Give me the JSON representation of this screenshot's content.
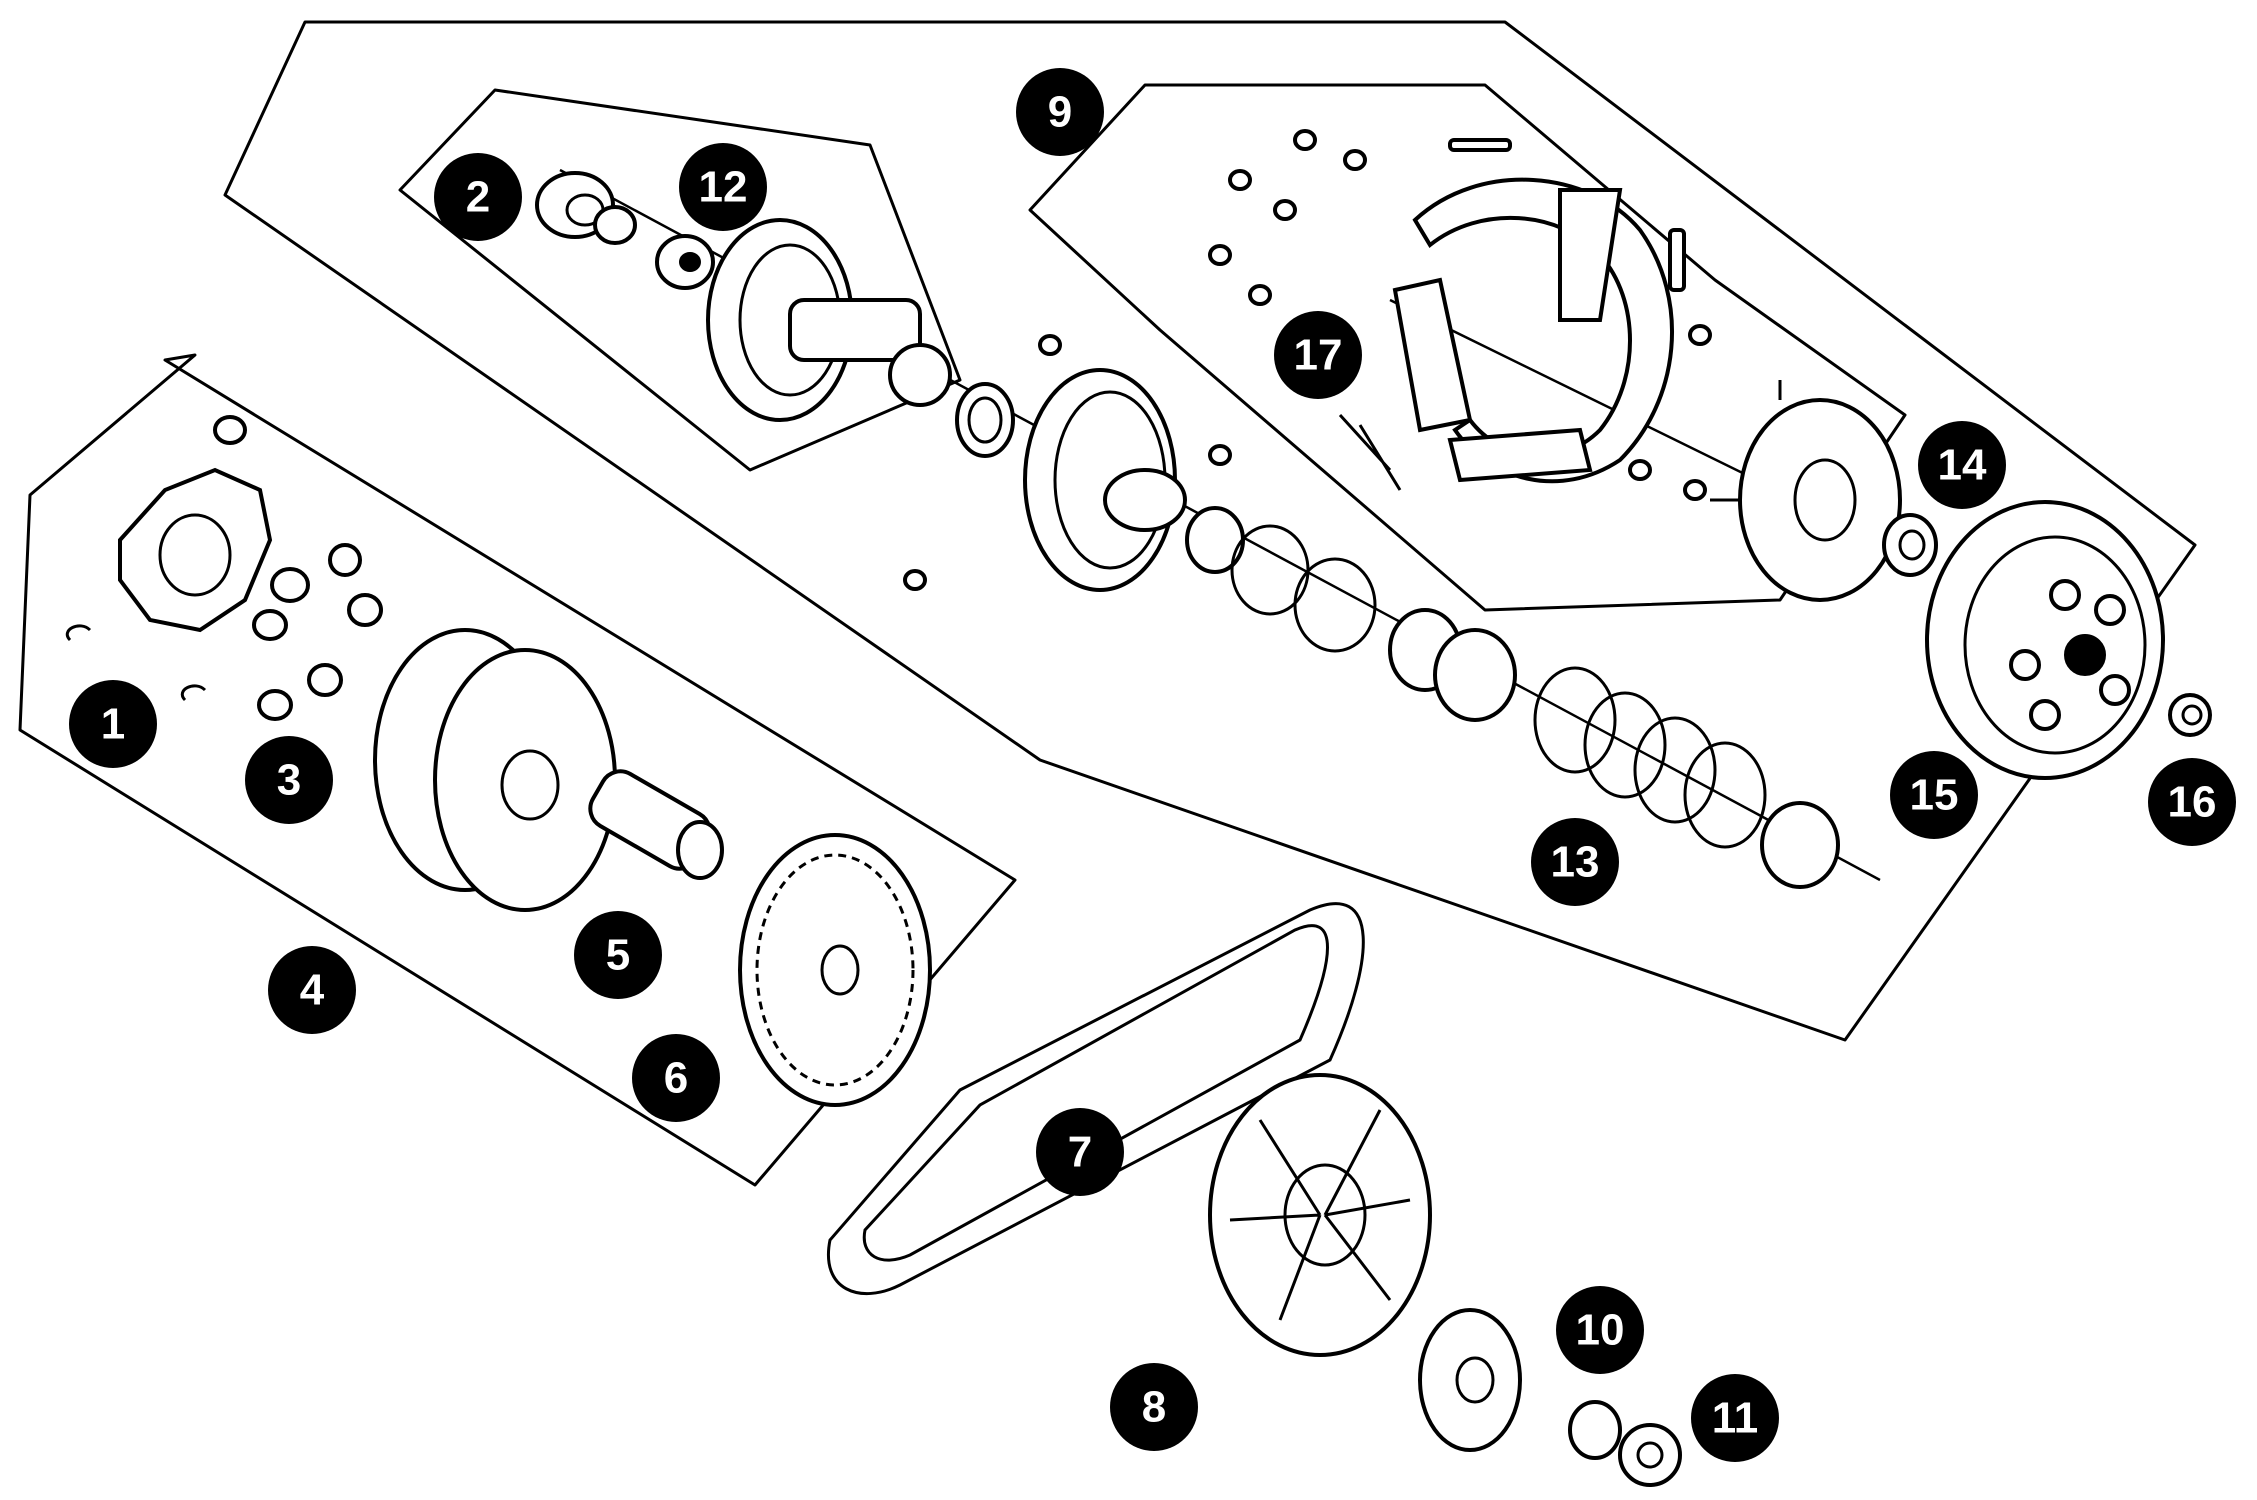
{
  "callouts": [
    {
      "id": "1",
      "label": "1"
    },
    {
      "id": "2",
      "label": "2"
    },
    {
      "id": "3",
      "label": "3"
    },
    {
      "id": "4",
      "label": "4"
    },
    {
      "id": "5",
      "label": "5"
    },
    {
      "id": "6",
      "label": "6"
    },
    {
      "id": "7",
      "label": "7"
    },
    {
      "id": "8",
      "label": "8"
    },
    {
      "id": "9",
      "label": "9"
    },
    {
      "id": "10",
      "label": "10"
    },
    {
      "id": "11",
      "label": "11"
    },
    {
      "id": "12",
      "label": "12"
    },
    {
      "id": "13",
      "label": "13"
    },
    {
      "id": "14",
      "label": "14"
    },
    {
      "id": "15",
      "label": "15"
    },
    {
      "id": "16",
      "label": "16"
    },
    {
      "id": "17",
      "label": "17"
    }
  ],
  "colors": {
    "ink": "#000000",
    "paper": "#ffffff"
  }
}
